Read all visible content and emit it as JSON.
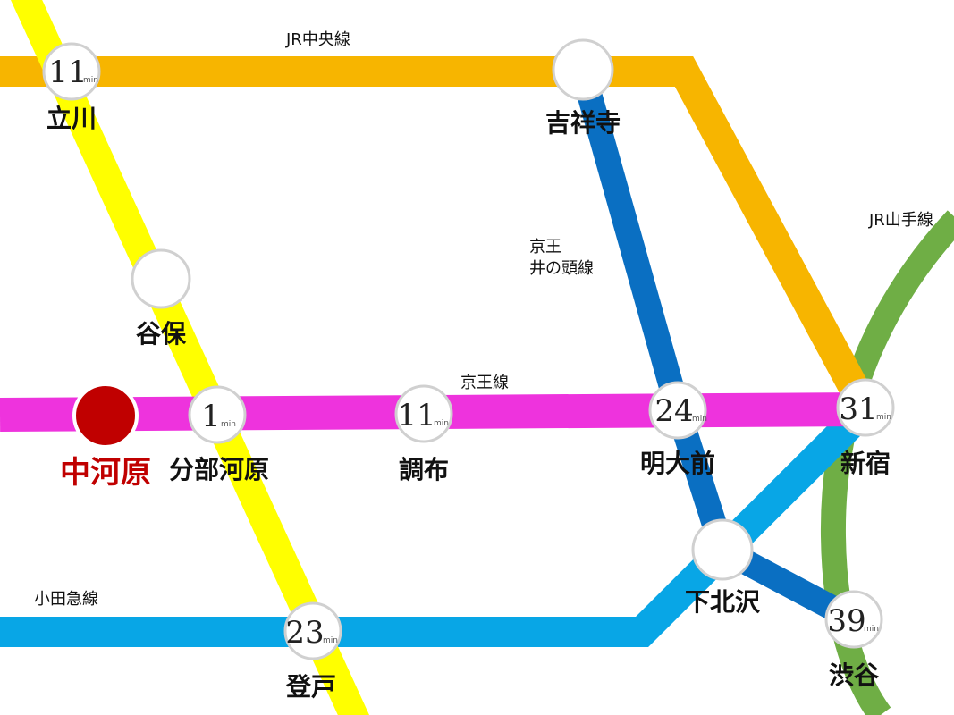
{
  "colors": {
    "chuo": "#f7b500",
    "nambu": "#ffff00",
    "keio": "#ee33dd",
    "inokashira": "#0a6fc2",
    "odakyu": "#08a6e6",
    "yamanote": "#6fae45",
    "origin": "#c00000"
  },
  "lines": {
    "chuo": "JR中央線",
    "keio": "京王線",
    "inokashira_1": "京王",
    "inokashira_2": "井の頭線",
    "odakyu": "小田急線",
    "yamanote": "JR山手線"
  },
  "unit": "min",
  "stations": {
    "tachikawa": {
      "name": "立川",
      "minutes": "11"
    },
    "kichijoji": {
      "name": "吉祥寺",
      "minutes": ""
    },
    "yaho": {
      "name": "谷保",
      "minutes": ""
    },
    "nakagawara": {
      "name": "中河原"
    },
    "bubaigawara": {
      "name": "分部河原",
      "minutes": "1"
    },
    "chofu": {
      "name": "調布",
      "minutes": "11"
    },
    "meidaimae": {
      "name": "明大前",
      "minutes": "24"
    },
    "shinjuku": {
      "name": "新宿",
      "minutes": "31"
    },
    "shimokitazawa": {
      "name": "下北沢",
      "minutes": ""
    },
    "shibuya": {
      "name": "渋谷",
      "minutes": "39"
    },
    "noborito": {
      "name": "登戸",
      "minutes": "23"
    }
  }
}
